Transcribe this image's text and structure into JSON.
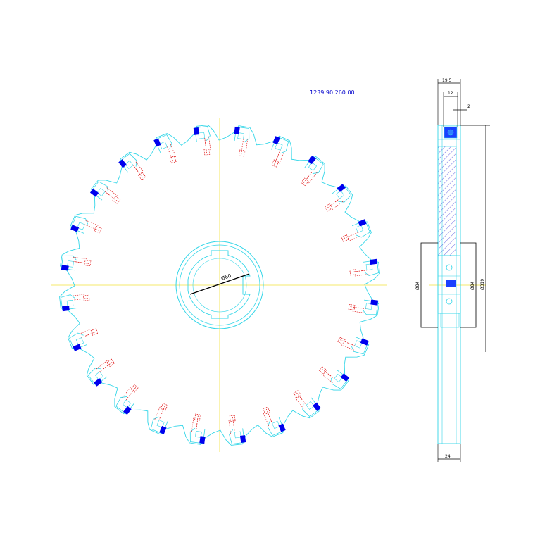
{
  "drawing": {
    "part_number": "1239 90 260 00",
    "front_view": {
      "bore_label": "Ø60",
      "tooth_count": 24
    },
    "side_view": {
      "dim_top_outer": "19.5",
      "dim_top_inner": "12",
      "dim_offset": "2",
      "dim_hub_left": "Ø84",
      "dim_hub_right": "Ø84",
      "dim_outer_dia": "Ø319",
      "dim_bottom": "24"
    }
  },
  "colors": {
    "outline": "#33d6e8",
    "centerline": "#f2e23a",
    "insert": "#0000ee",
    "screw": "#dd0000",
    "dimension": "#000000",
    "hatch": "#0000cc"
  }
}
